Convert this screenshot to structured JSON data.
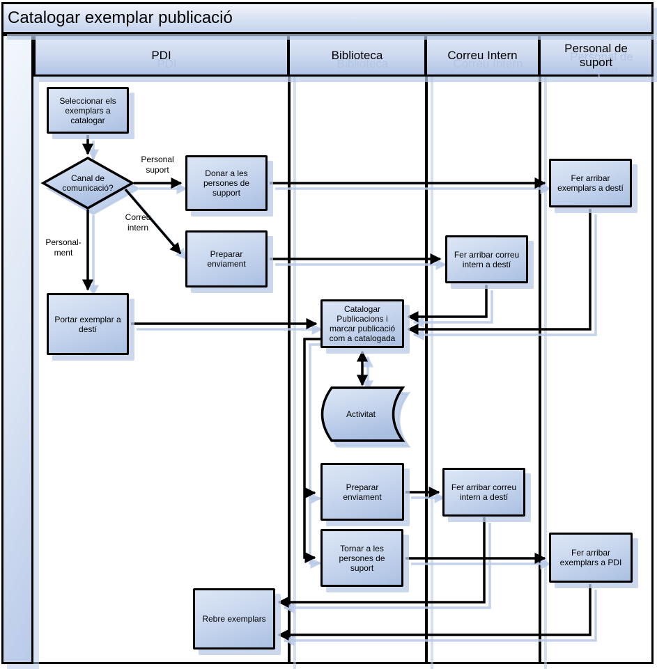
{
  "title": "Catalogar exemplar publicació",
  "lanes": [
    {
      "label": "PDI"
    },
    {
      "label": "Biblioteca"
    },
    {
      "label": "Correu Intern"
    },
    {
      "label": "Personal de\nsuport"
    }
  ],
  "nodes": {
    "seleccionar": {
      "type": "process",
      "label": "Seleccionar els\nexemplars a\ncatalogar"
    },
    "canal": {
      "type": "decision",
      "label": "Canal de\ncomunicació?"
    },
    "donar": {
      "type": "process",
      "label": "Donar a les\npersones de\nsupport"
    },
    "preparar1": {
      "type": "process",
      "label": "Preparar\nenviament"
    },
    "fer_exemplars_desti": {
      "type": "process",
      "label": "Fer arribar\nexemplars a destí"
    },
    "fer_correu1": {
      "type": "process",
      "label": "Fer arribar correu\nintern a destí"
    },
    "portar": {
      "type": "process",
      "label": "Portar exemplar a\ndestí"
    },
    "catalogar": {
      "type": "process",
      "label": "Catalogar\nPublicacions i\nmarcar publicació\ncom a catalogada"
    },
    "activitat": {
      "type": "stored-data",
      "label": "Activitat"
    },
    "preparar2": {
      "type": "process",
      "label": "Preparar\nenviament"
    },
    "fer_correu2": {
      "type": "process",
      "label": "Fer arribar correu\nintern a destí"
    },
    "tornar": {
      "type": "process",
      "label": "Tornar a les\npersones de\nsuport"
    },
    "fer_pdi": {
      "type": "process",
      "label": "Fer arribar\nexemplars a PDI"
    },
    "rebre": {
      "type": "process",
      "label": "Rebre exemplars"
    }
  },
  "edge_labels": {
    "personal_suport": "Personal\nsuport",
    "correu_intern": "Correu\nintern",
    "personalment": "Personal-\nment"
  },
  "colors": {
    "shape_fill_top": "#dce6f6",
    "shape_fill_bottom": "#aac0e2",
    "shadow": "#b8cae7",
    "border": "#000000",
    "canvas": "#ffffff"
  }
}
